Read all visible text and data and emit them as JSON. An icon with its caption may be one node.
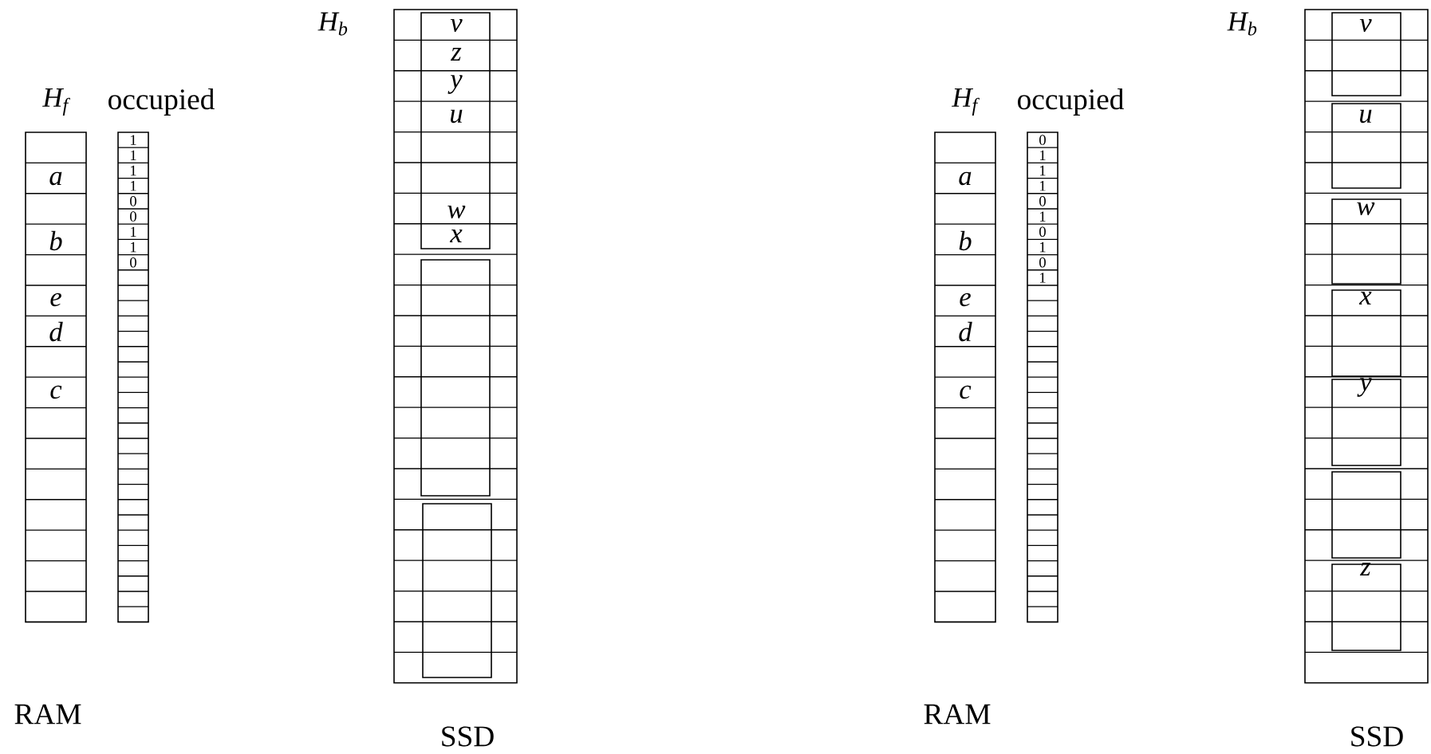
{
  "diagram": {
    "labels": [
      "H_b",
      "H_f",
      "occupied",
      "a",
      "b",
      "e",
      "d",
      "c",
      "1",
      "1",
      "1",
      "1",
      "0",
      "0",
      "1",
      "1",
      "0",
      "v",
      "z",
      "y",
      "u",
      "w",
      "x",
      "RAM",
      "SSD",
      "H_b",
      "H_f",
      "occupied",
      "a",
      "b",
      "e",
      "d",
      "c",
      "0",
      "1",
      "1",
      "1",
      "0",
      "1",
      "0",
      "1",
      "0",
      "1",
      "v",
      "u",
      "w",
      "x",
      "y",
      "z",
      "RAM",
      "SSD"
    ]
  }
}
